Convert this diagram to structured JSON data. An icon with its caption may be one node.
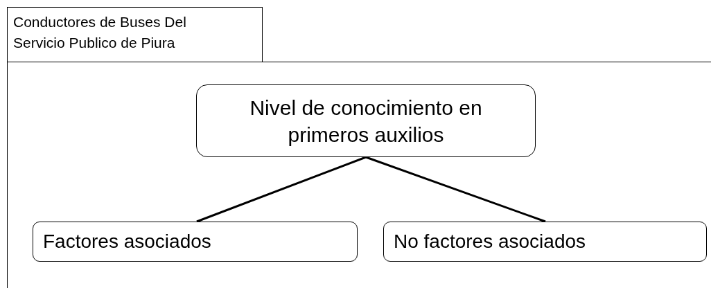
{
  "diagram": {
    "nodes": [
      {
        "text": [
          "Conductores de Buses Del Servicio Publico de Piura"
        ]
      },
      {
        "text": [
          "Nivel de conocimiento en primeros auxilios"
        ],
        "in": 0
      },
      {
        "text": [
          "Factores asociados"
        ],
        "in": 0
      },
      {
        "text": [
          "No factores asociados"
        ],
        "in": 0
      }
    ],
    "edges": [
      {
        "from": 1,
        "to": 2,
        "arrow": "none"
      },
      {
        "from": 1,
        "to": 3,
        "arrow": "none"
      }
    ]
  }
}
